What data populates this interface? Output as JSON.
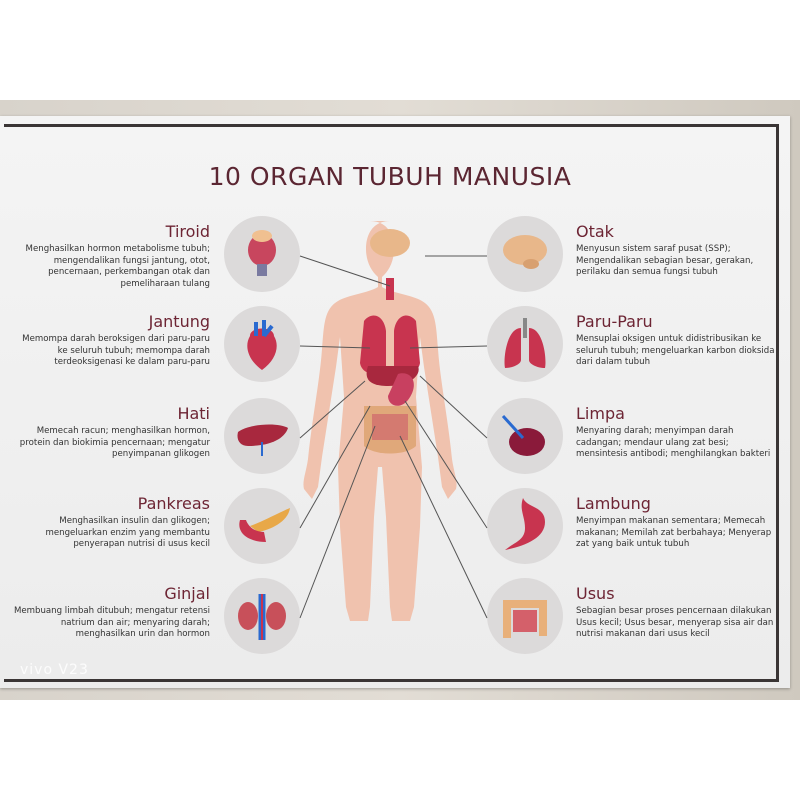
{
  "title": "10 ORGAN TUBUH MANUSIA",
  "watermark": "vivo V23",
  "left_organs": [
    {
      "name": "Tiroid",
      "icon": "thyroid-icon",
      "desc": "Menghasilkan hormon metabolisme tubuh; mengendalikan fungsi jantung, otot, pencernaan, perkembangan otak dan pemeliharaan tulang"
    },
    {
      "name": "Jantung",
      "icon": "heart-icon",
      "desc": "Memompa darah beroksigen dari paru-paru ke seluruh tubuh; memompa darah terdeoksigenasi ke dalam paru-paru"
    },
    {
      "name": "Hati",
      "icon": "liver-icon",
      "desc": "Memecah racun; menghasilkan hormon, protein dan biokimia pencernaan; mengatur penyimpanan glikogen"
    },
    {
      "name": "Pankreas",
      "icon": "pancreas-icon",
      "desc": "Menghasilkan insulin dan glikogen; mengeluarkan enzim yang membantu penyerapan nutrisi di usus kecil"
    },
    {
      "name": "Ginjal",
      "icon": "kidney-icon",
      "desc": "Membuang limbah ditubuh; mengatur retensi natrium dan air; menyaring darah; menghasilkan urin dan hormon"
    }
  ],
  "right_organs": [
    {
      "name": "Otak",
      "icon": "brain-icon",
      "desc": "Menyusun sistem saraf pusat (SSP); Mengendalikan sebagian besar, gerakan, perilaku dan semua fungsi tubuh"
    },
    {
      "name": "Paru-Paru",
      "icon": "lungs-icon",
      "desc": "Mensuplai oksigen untuk didistribusikan ke seluruh tubuh; mengeluarkan karbon dioksida dari dalam tubuh"
    },
    {
      "name": "Limpa",
      "icon": "spleen-icon",
      "desc": "Menyaring darah; menyimpan darah cadangan; mendaur ulang zat besi; mensintesis antibodi; menghilangkan bakteri"
    },
    {
      "name": "Lambung",
      "icon": "stomach-icon",
      "desc": "Menyimpan makanan sementara; Memecah makanan; Memilah zat berbahaya; Menyerap zat yang baik untuk tubuh"
    },
    {
      "name": "Usus",
      "icon": "intestine-icon",
      "desc": "Sebagian besar proses pencernaan dilakukan Usus kecil; Usus besar, menyerap sisa air dan nutrisi makanan dari usus kecil"
    }
  ],
  "colors": {
    "title": "#5b2632",
    "heading": "#6d2534",
    "body": "#f0c2ae",
    "organ": "#c8344f"
  }
}
